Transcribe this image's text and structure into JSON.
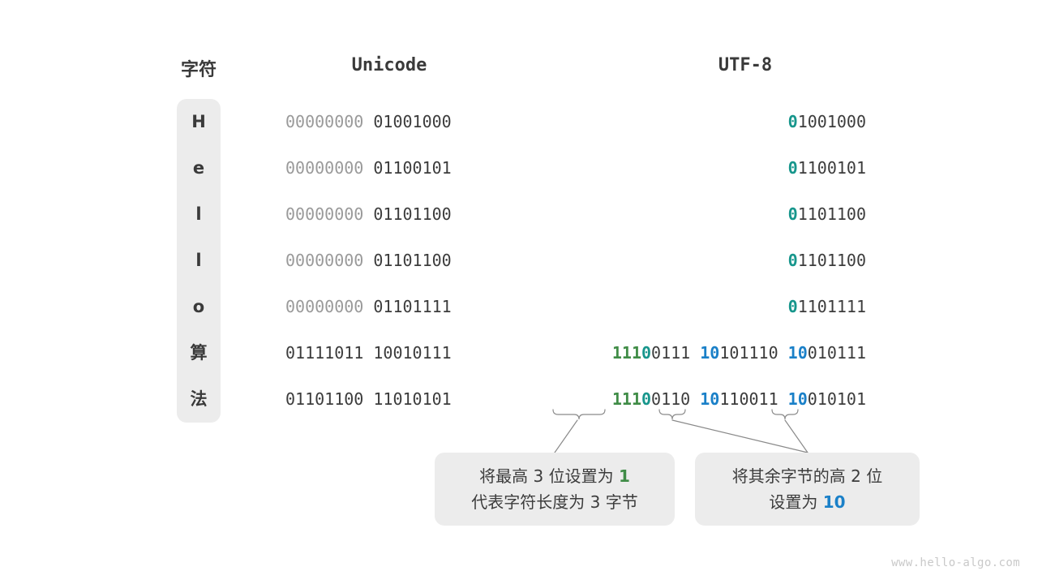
{
  "headers": {
    "character": "字符",
    "unicode": "Unicode",
    "utf8": "UTF-8"
  },
  "rows": [
    {
      "char": "H",
      "unicode_pad": "00000000",
      "unicode_body": " 01001000",
      "utf8_plain_lead": "0",
      "utf8_plain_rest": "1001000"
    },
    {
      "char": "e",
      "unicode_pad": "00000000",
      "unicode_body": " 01100101",
      "utf8_plain_lead": "0",
      "utf8_plain_rest": "1100101"
    },
    {
      "char": "l",
      "unicode_pad": "00000000",
      "unicode_body": " 01101100",
      "utf8_plain_lead": "0",
      "utf8_plain_rest": "1101100"
    },
    {
      "char": "l",
      "unicode_pad": "00000000",
      "unicode_body": " 01101100",
      "utf8_plain_lead": "0",
      "utf8_plain_rest": "1101100"
    },
    {
      "char": "o",
      "unicode_pad": "00000000",
      "unicode_body": " 01101111",
      "utf8_plain_lead": "0",
      "utf8_plain_rest": "1101111"
    },
    {
      "char": "算",
      "unicode_pad": "",
      "unicode_body": "01111011 10010111",
      "utf8_b1_green": "111",
      "utf8_b1_teal": "0",
      "utf8_b1_rest": "0111",
      "utf8_b2_blue": "10",
      "utf8_b2_rest": "101110",
      "utf8_b3_blue": "10",
      "utf8_b3_rest": "010111"
    },
    {
      "char": "法",
      "unicode_pad": "",
      "unicode_body": "01101100 11010101",
      "utf8_b1_green": "111",
      "utf8_b1_teal": "0",
      "utf8_b1_rest": "0110",
      "utf8_b2_blue": "10",
      "utf8_b2_rest": "110011",
      "utf8_b3_blue": "10",
      "utf8_b3_rest": "010101"
    }
  ],
  "callouts": [
    {
      "line1_a": "将最高 3 位设置为 ",
      "line1_hl": "1",
      "line2": "代表字符长度为 3 字节"
    },
    {
      "line1": "将其余字节的高 2 位",
      "line2_a": "设置为 ",
      "line2_hl": "10"
    }
  ],
  "watermark": "www.hello-algo.com",
  "colors": {
    "green": "#3f8c46",
    "teal": "#17968c",
    "blue": "#1a80c8",
    "panel": "#ececec",
    "text": "#3c3c3c",
    "muted": "#9a9a9a"
  }
}
